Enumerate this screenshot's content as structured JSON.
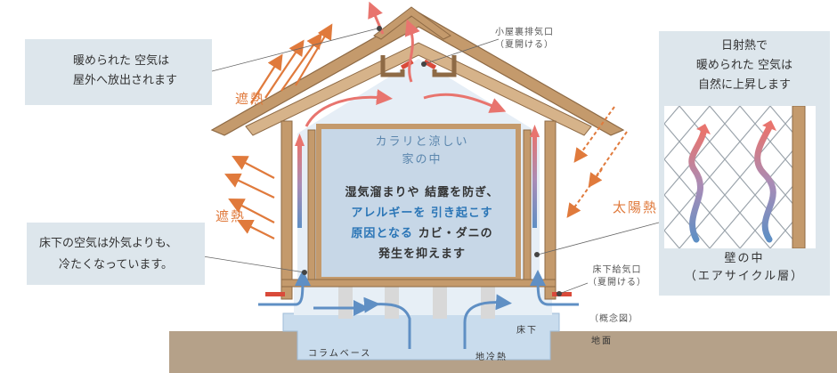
{
  "callouts": {
    "top_left": [
      "暖められた 空気は",
      "屋外へ放出されます"
    ],
    "bottom_left": [
      "床下の空気は外気よりも、",
      "冷たくなっています。"
    ],
    "right_top": [
      "日射熱で",
      "暖められた 空気は",
      "自然に上昇します"
    ],
    "right_bottom": [
      "壁の中",
      "（エアサイクル層）"
    ]
  },
  "labels": {
    "attic_vent": [
      "小屋裏排気口",
      "（夏開ける）"
    ],
    "shade_upper": "遮熱",
    "shade_lower": "遮熱",
    "solar_heat": "太陽熱",
    "underfloor_vent": [
      "床下給気口",
      "（夏開ける）"
    ],
    "concept": "（概念図）",
    "underfloor": "床下",
    "ground": "地面",
    "column_base": "コラムベース",
    "ground_cool": "地冷熱"
  },
  "inner": {
    "title": [
      "カラリと涼しい",
      "家の中"
    ],
    "message_line1": "湿気溜まりや 結露を防ぎ、",
    "message_line2": "アレルギーを 引き起こす",
    "message_line3a": "原因となる ",
    "message_line3b": "カビ・ダニの",
    "message_line4": "発生を抑えます"
  },
  "colors": {
    "wood": "#c49a6c",
    "callout_bg": "#dde6ec",
    "warm_arrow": "#e8746e",
    "cool_arrow": "#5f8fc4",
    "orange": "#e07a3c",
    "ground": "#b5a189",
    "foundation": "#c9dced"
  }
}
